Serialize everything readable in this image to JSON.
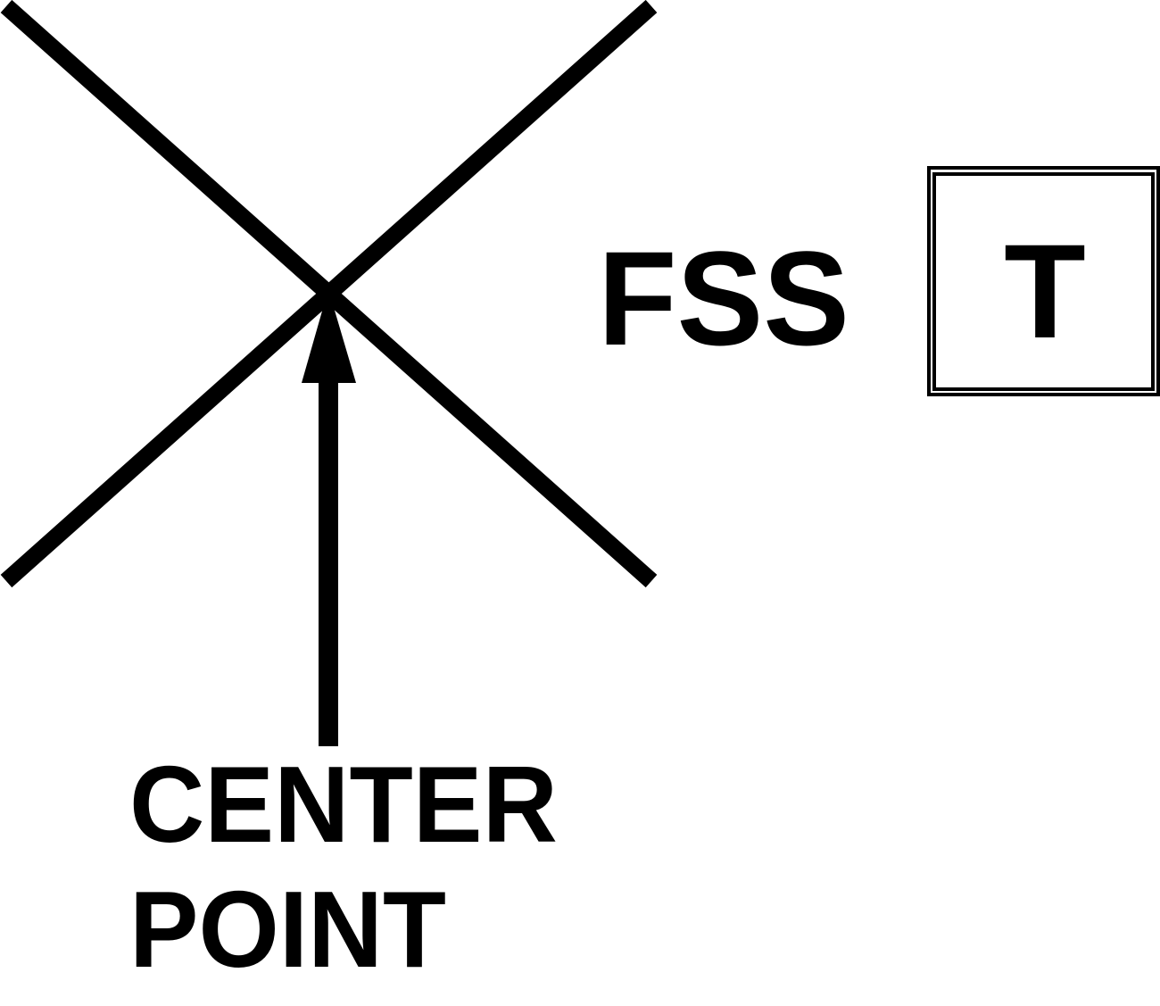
{
  "labels": {
    "fss": "FSS",
    "box_letter": "T",
    "center_line1": "CENTER",
    "center_line2": "POINT"
  },
  "colors": {
    "ink": "#000000",
    "background": "#ffffff"
  }
}
